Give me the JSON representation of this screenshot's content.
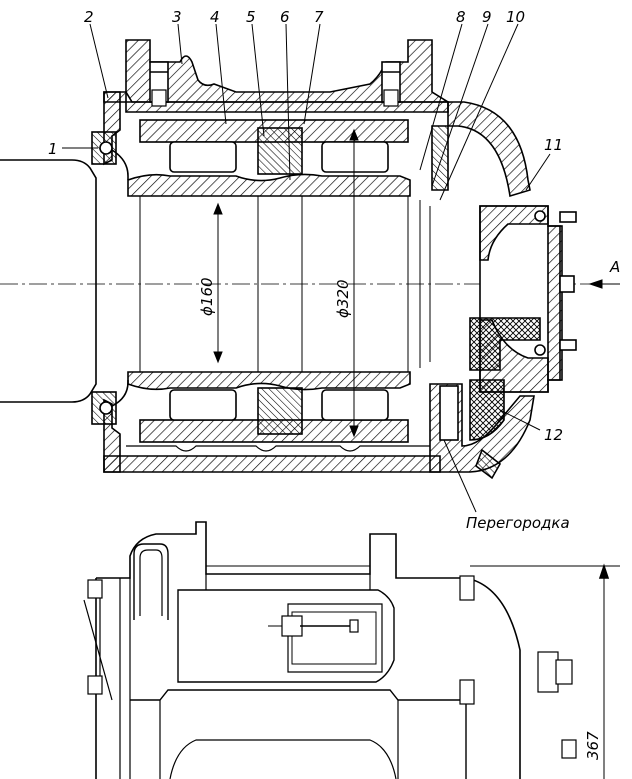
{
  "callouts": {
    "n1": "1",
    "n2": "2",
    "n3": "3",
    "n4": "4",
    "n5": "5",
    "n6": "6",
    "n7": "7",
    "n8": "8",
    "n9": "9",
    "n10": "10",
    "n11": "11",
    "n12": "12"
  },
  "dimensions": {
    "inner_diameter": "ϕ160",
    "outer_diameter": "ϕ320",
    "height": "367"
  },
  "view_arrow": "A",
  "partition_label": "Перегородка",
  "colors": {
    "ink": "#000000",
    "paper": "#ffffff"
  }
}
